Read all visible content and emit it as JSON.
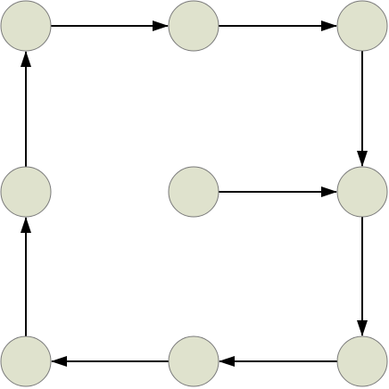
{
  "style": {
    "node_fill": "#dfe2cd",
    "node_stroke": "#7a7a7a",
    "edge_color": "#000000",
    "background": "#ffffff"
  },
  "nodes": [
    {
      "id": "top-left"
    },
    {
      "id": "top-center"
    },
    {
      "id": "top-right"
    },
    {
      "id": "middle-left"
    },
    {
      "id": "middle-center"
    },
    {
      "id": "middle-right"
    },
    {
      "id": "bottom-left"
    },
    {
      "id": "bottom-center"
    },
    {
      "id": "bottom-right"
    }
  ],
  "edges": [
    {
      "from": "top-left",
      "to": "top-center"
    },
    {
      "from": "top-center",
      "to": "top-right"
    },
    {
      "from": "top-right",
      "to": "middle-right"
    },
    {
      "from": "middle-center",
      "to": "middle-right"
    },
    {
      "from": "middle-right",
      "to": "bottom-right"
    },
    {
      "from": "bottom-right",
      "to": "bottom-center"
    },
    {
      "from": "bottom-center",
      "to": "bottom-left"
    },
    {
      "from": "bottom-left",
      "to": "middle-left"
    },
    {
      "from": "middle-left",
      "to": "top-left"
    }
  ]
}
